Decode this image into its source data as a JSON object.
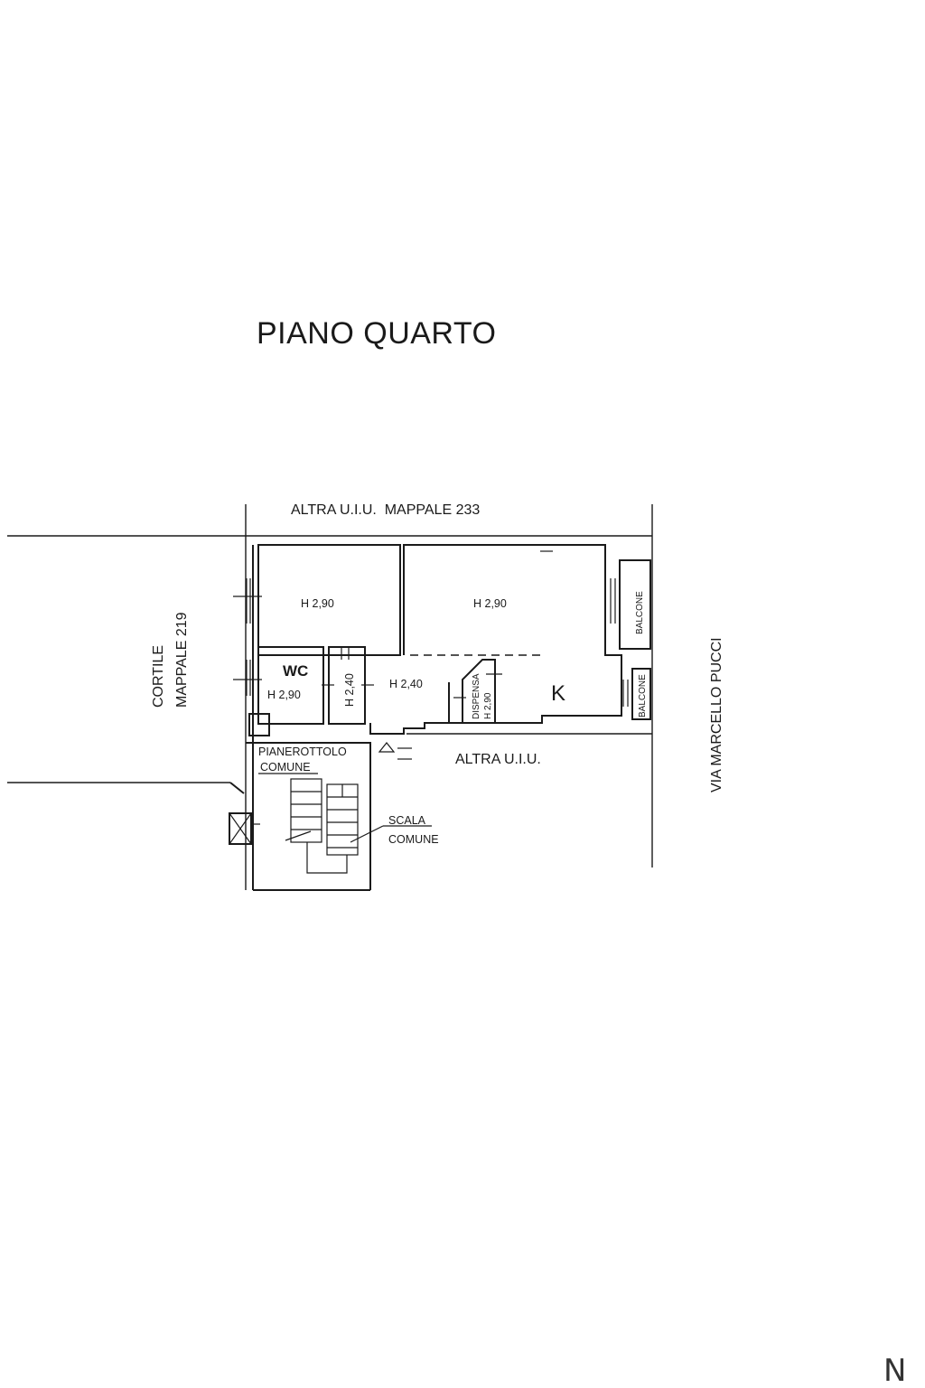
{
  "title": "PIANO QUARTO",
  "labels": {
    "top_neighbor": "ALTRA U.I.U.  MAPPALE 233",
    "cortile": "CORTILE",
    "mappale_219": "MAPPALE 219",
    "street": "VIA MARCELLO PUCCI",
    "side_neighbor": "ALTRA U.I.U.",
    "landing_line1": "PIANEROTTOLO",
    "landing_line2": "COMUNE",
    "stair_line1": "SCALA",
    "stair_line2": "COMUNE"
  },
  "rooms": {
    "room_left_height": "H 2,90",
    "room_right_height": "H 2,90",
    "wc_name": "WC",
    "wc_height": "H 2,90",
    "closet_height": "H 2,40",
    "hall_height": "H 2,40",
    "dispensa_name": "DISPENSA",
    "dispensa_height": "H 2,90",
    "kitchen_name": "K",
    "balcone_1": "BALCONE",
    "balcone_2": "BALCONE"
  },
  "corner_mark": "N"
}
